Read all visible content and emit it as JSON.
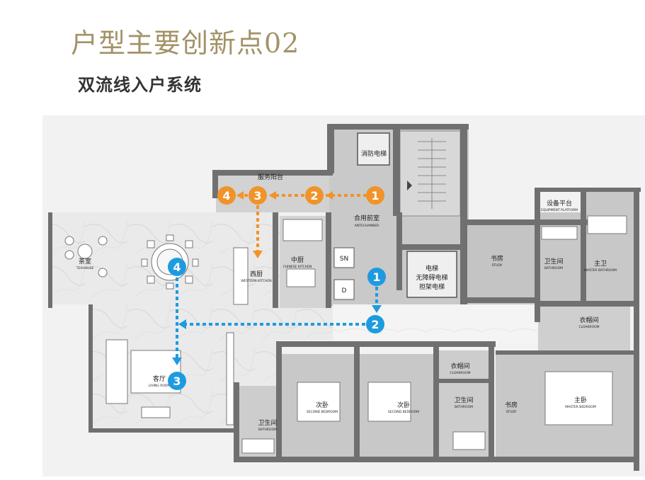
{
  "header": {
    "title": "户型主要创新点02",
    "subtitle": "双流线入户系统"
  },
  "colors": {
    "title": "#a39266",
    "orange_route": "#f0932b",
    "blue_route": "#1e9be0",
    "wall": "#6b6b6b",
    "marble": "#e8e8e8",
    "service": "#c8c8c8"
  },
  "rooms": {
    "fire_elevator": "消防电梯",
    "service_balcony": "服务阳台",
    "shared_lobby": "合用前室",
    "shared_lobby_en": "ANTECHAMBER",
    "sn": "SN",
    "d": "D",
    "elevator_line1": "电梯",
    "elevator_line2": "无障碍电梯",
    "elevator_line3": "担架电梯",
    "chinese_kitchen": "中厨",
    "chinese_kitchen_en": "CHINESE KITCHEN",
    "western_kitchen": "西厨",
    "western_kitchen_en": "WESTERN KITCHEN",
    "tea_room": "茶室",
    "tea_room_en": "TEAHOUSE",
    "living_room": "客厅",
    "living_room_en": "LIVING ROOM",
    "study_1": "书房",
    "study_1_en": "STUDY",
    "bathroom_1": "卫生间",
    "bathroom_1_en": "BATHROOM",
    "equipment_platform": "设备平台",
    "equipment_platform_en": "EQUIPMENT PLATFORM",
    "master_bath": "主卫",
    "master_bath_en": "MASTER BATHROOM",
    "cloakroom_1": "衣帽间",
    "cloakroom_1_en": "CLOAKROOM",
    "cloakroom_2": "衣帽间",
    "cloakroom_2_en": "CLOAKROOM",
    "second_bedroom_1": "次卧",
    "second_bedroom_1_en": "SECOND BEDROOM",
    "second_bedroom_2": "次卧",
    "second_bedroom_2_en": "SECOND BEDROOM",
    "bathroom_2": "卫生间",
    "bathroom_2_en": "BATHROOM",
    "bathroom_3": "卫生间",
    "bathroom_3_en": "BATHROOM",
    "study_2": "书房",
    "study_2_en": "STUDY",
    "master_bedroom": "主卧",
    "master_bedroom_en": "MASTER BEDROOM"
  },
  "routes": {
    "service": {
      "name": "",
      "markers": [
        "1",
        "2",
        "3",
        "4"
      ]
    },
    "family": {
      "name": "",
      "markers": [
        "1",
        "2",
        "3",
        "4"
      ]
    }
  }
}
